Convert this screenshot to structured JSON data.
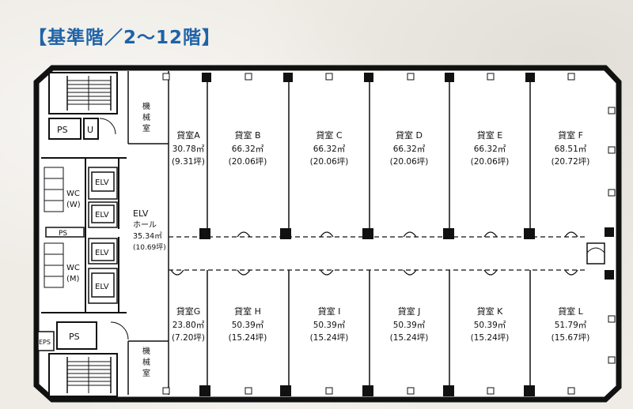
{
  "title": "【基準階／2～12階】",
  "core": {
    "ps_top": "PS",
    "u": "U",
    "kikai_top": [
      "機",
      "械",
      "室"
    ],
    "kikai_bottom": [
      "機",
      "械",
      "室"
    ],
    "wc_w": [
      "WC",
      "(W)"
    ],
    "wc_m": [
      "WC",
      "(M)"
    ],
    "ps_mid": "PS",
    "ps_bottom": "PS",
    "eps": "EPS",
    "elv": "ELV",
    "elv_hall": {
      "name": "ELV",
      "name2": "ホール",
      "area": "35.34㎡",
      "tsubo": "(10.69坪)"
    }
  },
  "rooms_top": [
    {
      "name": "貸室A",
      "area": "30.78㎡",
      "tsubo": "(9.31坪)"
    },
    {
      "name": "貸室 B",
      "area": "66.32㎡",
      "tsubo": "(20.06坪)"
    },
    {
      "name": "貸室 C",
      "area": "66.32㎡",
      "tsubo": "(20.06坪)"
    },
    {
      "name": "貸室 D",
      "area": "66.32㎡",
      "tsubo": "(20.06坪)"
    },
    {
      "name": "貸室 E",
      "area": "66.32㎡",
      "tsubo": "(20.06坪)"
    },
    {
      "name": "貸室 F",
      "area": "68.51㎡",
      "tsubo": "(20.72坪)"
    }
  ],
  "rooms_bottom": [
    {
      "name": "貸室G",
      "area": "23.80㎡",
      "tsubo": "(7.20坪)"
    },
    {
      "name": "貸室 H",
      "area": "50.39㎡",
      "tsubo": "(15.24坪)"
    },
    {
      "name": "貸室 I",
      "area": "50.39㎡",
      "tsubo": "(15.24坪)"
    },
    {
      "name": "貸室 J",
      "area": "50.39㎡",
      "tsubo": "(15.24坪)"
    },
    {
      "name": "貸室 K",
      "area": "50.39㎡",
      "tsubo": "(15.24坪)"
    },
    {
      "name": "貸室 L",
      "area": "51.79㎡",
      "tsubo": "(15.67坪)"
    }
  ]
}
